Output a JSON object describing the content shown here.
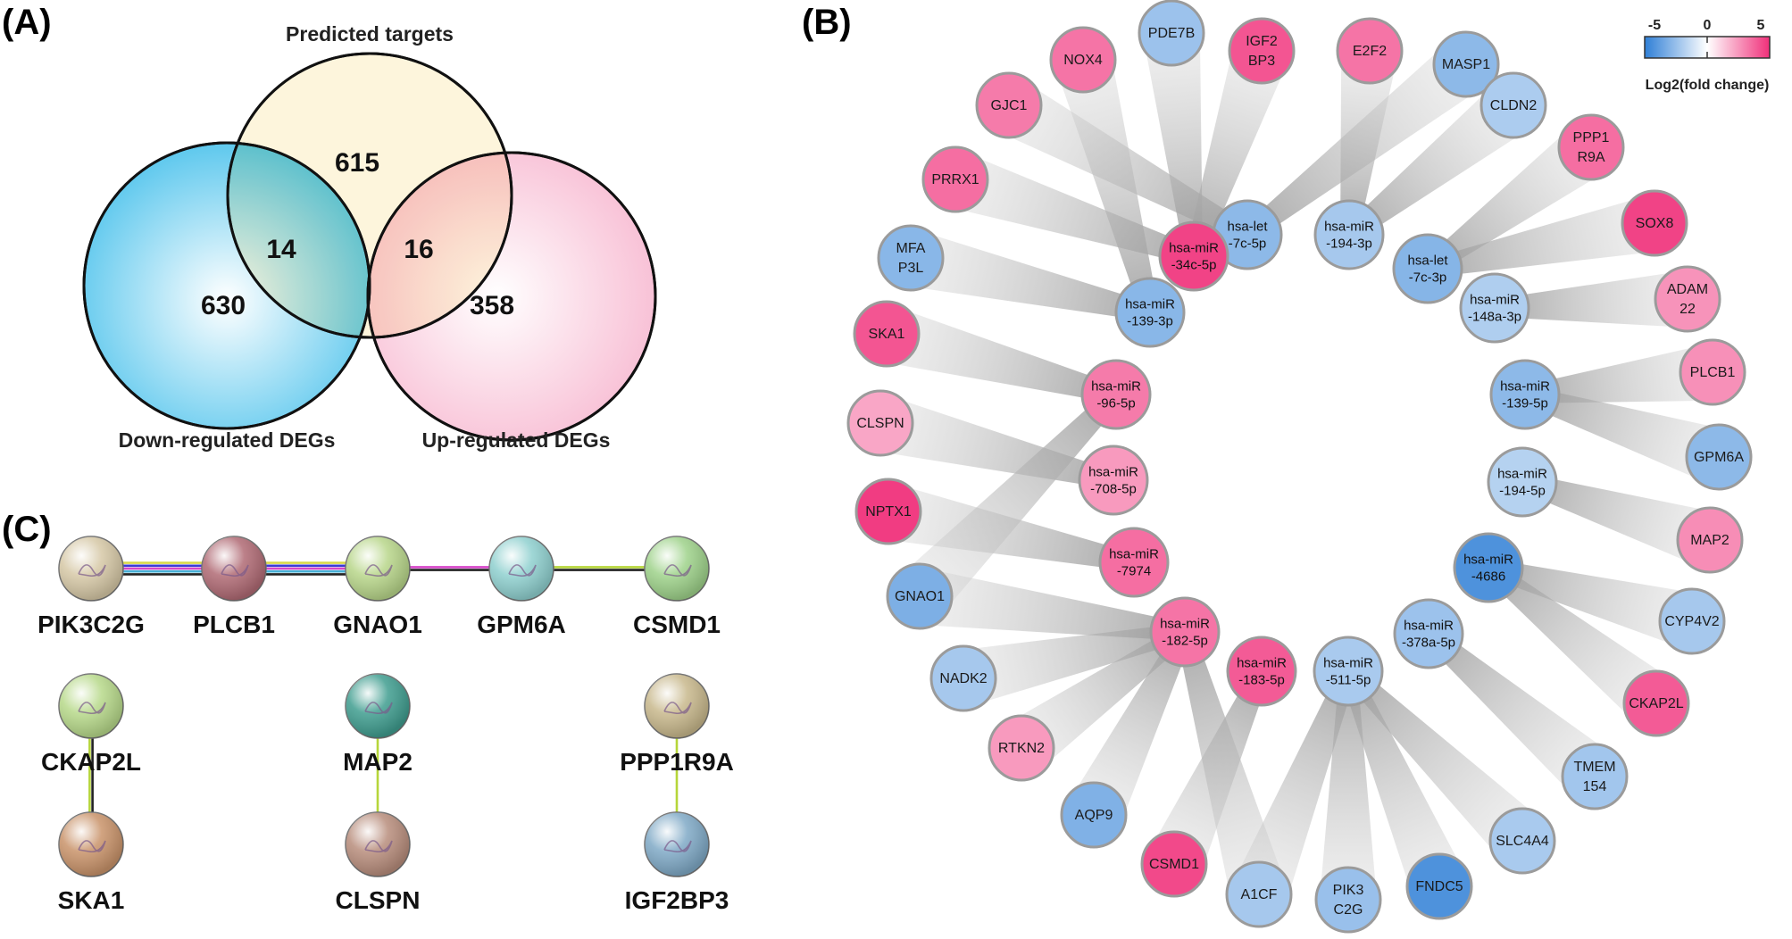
{
  "panels": {
    "a": {
      "label": "(A)"
    },
    "b": {
      "label": "(B)"
    },
    "c": {
      "label": "(C)"
    }
  },
  "venn": {
    "sets": [
      {
        "key": "predicted",
        "label": "Predicted targets",
        "color": "#fdf5dc"
      },
      {
        "key": "down",
        "label": "Down-regulated DEGs",
        "color": "#4fc3ec"
      },
      {
        "key": "up",
        "label": "Up-regulated DEGs",
        "color": "#f7b6cf"
      }
    ],
    "counts": {
      "predicted_only": "615",
      "down_only": "630",
      "up_only": "358",
      "predicted_down": "14",
      "predicted_up": "16"
    }
  },
  "network": {
    "legend": {
      "min": "-5",
      "mid": "0",
      "max": "5",
      "title": "Log2(fold change)",
      "low_color": "#2f7fd6",
      "mid_color": "#ffffff",
      "high_color": "#f0307a"
    },
    "mirnas": [
      {
        "id": "m1",
        "lines": [
          "hsa-let",
          "-7c-5p"
        ],
        "fc": -2.0
      },
      {
        "id": "m2",
        "lines": [
          "hsa-miR",
          "-194-3p"
        ],
        "fc": -1.2
      },
      {
        "id": "m3",
        "lines": [
          "hsa-let",
          "-7c-3p"
        ],
        "fc": -2.2
      },
      {
        "id": "m4",
        "lines": [
          "hsa-miR",
          "-148a-3p"
        ],
        "fc": -0.9
      },
      {
        "id": "m5",
        "lines": [
          "hsa-miR",
          "-139-5p"
        ],
        "fc": -2.0
      },
      {
        "id": "m6",
        "lines": [
          "hsa-miR",
          "-194-5p"
        ],
        "fc": -0.7
      },
      {
        "id": "m7",
        "lines": [
          "hsa-miR",
          "-4686"
        ],
        "fc": -4.0
      },
      {
        "id": "m8",
        "lines": [
          "hsa-miR",
          "-378a-5p"
        ],
        "fc": -1.5
      },
      {
        "id": "m9",
        "lines": [
          "hsa-miR",
          "-511-5p"
        ],
        "fc": -1.1
      },
      {
        "id": "m10",
        "lines": [
          "hsa-miR",
          "-183-5p"
        ],
        "fc": 3.6
      },
      {
        "id": "m11",
        "lines": [
          "hsa-miR",
          "-182-5p"
        ],
        "fc": 2.8
      },
      {
        "id": "m12",
        "lines": [
          "hsa-miR",
          "-7974"
        ],
        "fc": 3.0
      },
      {
        "id": "m13",
        "lines": [
          "hsa-miR",
          "-708-5p"
        ],
        "fc": 1.6
      },
      {
        "id": "m14",
        "lines": [
          "hsa-miR",
          "-96-5p"
        ],
        "fc": 2.6
      },
      {
        "id": "m15",
        "lines": [
          "hsa-miR",
          "-139-3p"
        ],
        "fc": -2.1
      },
      {
        "id": "m16",
        "lines": [
          "hsa-miR",
          "-34c-5p"
        ],
        "fc": 4.4
      }
    ],
    "genes": [
      {
        "id": "g1",
        "lines": [
          "IGF2",
          "BP3"
        ],
        "fc": 3.8
      },
      {
        "id": "g2",
        "lines": [
          "E2F2"
        ],
        "fc": 2.8
      },
      {
        "id": "g3",
        "lines": [
          "MASP1"
        ],
        "fc": -2.0
      },
      {
        "id": "g4",
        "lines": [
          "CLDN2"
        ],
        "fc": -1.0
      },
      {
        "id": "g5",
        "lines": [
          "PPP1",
          "R9A"
        ],
        "fc": 3.0
      },
      {
        "id": "g6",
        "lines": [
          "SOX8"
        ],
        "fc": 4.4
      },
      {
        "id": "g7",
        "lines": [
          "ADAM",
          "22"
        ],
        "fc": 1.8
      },
      {
        "id": "g8",
        "lines": [
          "PLCB1"
        ],
        "fc": 1.9
      },
      {
        "id": "g9",
        "lines": [
          "GPM6A"
        ],
        "fc": -2.0
      },
      {
        "id": "g10",
        "lines": [
          "MAP2"
        ],
        "fc": 2.0
      },
      {
        "id": "g11",
        "lines": [
          "CYP4V2"
        ],
        "fc": -1.2
      },
      {
        "id": "g12",
        "lines": [
          "CKAP2L"
        ],
        "fc": 3.6
      },
      {
        "id": "g13",
        "lines": [
          "TMEM",
          "154"
        ],
        "fc": -1.3
      },
      {
        "id": "g14",
        "lines": [
          "SLC4A4"
        ],
        "fc": -1.1
      },
      {
        "id": "g15",
        "lines": [
          "FNDC5"
        ],
        "fc": -4.0
      },
      {
        "id": "g16",
        "lines": [
          "PIK3",
          "C2G"
        ],
        "fc": -1.6
      },
      {
        "id": "g17",
        "lines": [
          "A1CF"
        ],
        "fc": -1.2
      },
      {
        "id": "g18",
        "lines": [
          "CSMD1"
        ],
        "fc": 4.2
      },
      {
        "id": "g19",
        "lines": [
          "AQP9"
        ],
        "fc": -2.4
      },
      {
        "id": "g20",
        "lines": [
          "RTKN2"
        ],
        "fc": 1.6
      },
      {
        "id": "g21",
        "lines": [
          "NADK2"
        ],
        "fc": -1.2
      },
      {
        "id": "g22",
        "lines": [
          "GNAO1"
        ],
        "fc": -2.5
      },
      {
        "id": "g23",
        "lines": [
          "NPTX1"
        ],
        "fc": 4.6
      },
      {
        "id": "g24",
        "lines": [
          "CLSPN"
        ],
        "fc": 1.2
      },
      {
        "id": "g25",
        "lines": [
          "SKA1"
        ],
        "fc": 3.8
      },
      {
        "id": "g26",
        "lines": [
          "MFA",
          "P3L"
        ],
        "fc": -2.1
      },
      {
        "id": "g27",
        "lines": [
          "PRRX1"
        ],
        "fc": 3.0
      },
      {
        "id": "g28",
        "lines": [
          "GJC1"
        ],
        "fc": 2.6
      },
      {
        "id": "g29",
        "lines": [
          "NOX4"
        ],
        "fc": 2.8
      },
      {
        "id": "g30",
        "lines": [
          "PDE7B"
        ],
        "fc": -1.5
      }
    ],
    "edges": [
      [
        "m1",
        "g28"
      ],
      [
        "m1",
        "g3"
      ],
      [
        "m2",
        "g4"
      ],
      [
        "m3",
        "g5"
      ],
      [
        "m3",
        "g6"
      ],
      [
        "m4",
        "g7"
      ],
      [
        "m5",
        "g8"
      ],
      [
        "m5",
        "g9"
      ],
      [
        "m6",
        "g10"
      ],
      [
        "m7",
        "g11"
      ],
      [
        "m7",
        "g12"
      ],
      [
        "m8",
        "g13"
      ],
      [
        "m9",
        "g14"
      ],
      [
        "m9",
        "g15"
      ],
      [
        "m9",
        "g16"
      ],
      [
        "m9",
        "g17"
      ],
      [
        "m10",
        "g18"
      ],
      [
        "m11",
        "g19"
      ],
      [
        "m11",
        "g20"
      ],
      [
        "m11",
        "g21"
      ],
      [
        "m11",
        "g17"
      ],
      [
        "m11",
        "g22"
      ],
      [
        "m12",
        "g23"
      ],
      [
        "m13",
        "g24"
      ],
      [
        "m14",
        "g25"
      ],
      [
        "m14",
        "g22"
      ],
      [
        "m15",
        "g26"
      ],
      [
        "m15",
        "g29"
      ],
      [
        "m16",
        "g27"
      ],
      [
        "m16",
        "g1"
      ],
      [
        "m16",
        "g30"
      ],
      [
        "m2",
        "g2"
      ]
    ]
  },
  "ppi": {
    "proteins": [
      {
        "id": "PIK3C2G",
        "label": "PIK3C2G",
        "color": "#d6c8a6"
      },
      {
        "id": "PLCB1",
        "label": "PLCB1",
        "color": "#b06a74"
      },
      {
        "id": "GNAO1",
        "label": "GNAO1",
        "color": "#b8d68a"
      },
      {
        "id": "GPM6A",
        "label": "GPM6A",
        "color": "#8fd0cf"
      },
      {
        "id": "CSMD1",
        "label": "CSMD1",
        "color": "#9ed28a"
      },
      {
        "id": "CKAP2L",
        "label": "CKAP2L",
        "color": "#b7d98a"
      },
      {
        "id": "MAP2",
        "label": "MAP2",
        "color": "#3f9d8f"
      },
      {
        "id": "PPP1R9A",
        "label": "PPP1R9A",
        "color": "#c8b88c"
      },
      {
        "id": "SKA1",
        "label": "SKA1",
        "color": "#c9936a"
      },
      {
        "id": "CLSPN",
        "label": "CLSPN",
        "color": "#b88d7c"
      },
      {
        "id": "IGF2BP3",
        "label": "IGF2BP3",
        "color": "#7fa9c6"
      }
    ],
    "edges": [
      {
        "a": "PIK3C2G",
        "b": "PLCB1",
        "colors": [
          "#d8d84a",
          "#3b3bd6",
          "#d646c8",
          "#46b0d6",
          "#222222"
        ]
      },
      {
        "a": "PLCB1",
        "b": "GNAO1",
        "colors": [
          "#d8d84a",
          "#3b3bd6",
          "#d646c8",
          "#46b0d6",
          "#222222"
        ]
      },
      {
        "a": "GNAO1",
        "b": "GPM6A",
        "colors": [
          "#d646c8",
          "#222222"
        ]
      },
      {
        "a": "GPM6A",
        "b": "CSMD1",
        "colors": [
          "#b6d63a",
          "#222222"
        ]
      },
      {
        "a": "CKAP2L",
        "b": "SKA1",
        "colors": [
          "#b6d63a",
          "#222222"
        ]
      },
      {
        "a": "MAP2",
        "b": "CLSPN",
        "colors": [
          "#b6d63a"
        ]
      },
      {
        "a": "PPP1R9A",
        "b": "IGF2BP3",
        "colors": [
          "#b6d63a"
        ]
      }
    ]
  }
}
